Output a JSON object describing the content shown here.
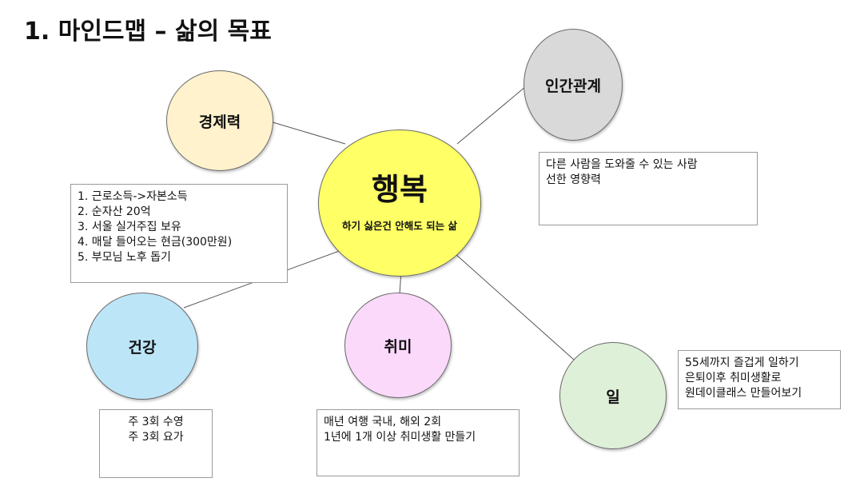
{
  "title": "1. 마인드맵 – 삶의 목표",
  "center": {
    "label": "행복",
    "sublabel": "하기 싫은건 안해도 되는 삶",
    "color": "#ffff66"
  },
  "nodes": {
    "economy": {
      "label": "경제력",
      "color": "#fff2cc"
    },
    "relations": {
      "label": "인간관계",
      "color": "#d9d9d9"
    },
    "health": {
      "label": "건강",
      "color": "#bde5f8"
    },
    "hobby": {
      "label": "취미",
      "color": "#fbd9fb"
    },
    "work": {
      "label": "일",
      "color": "#dff0d8"
    }
  },
  "notes": {
    "economy": [
      "1. 근로소득->자본소득",
      "2. 순자산 20억",
      "3. 서울 실거주집 보유",
      "4. 매달 들어오는 현금(300만원)",
      "5. 부모님 노후 돕기"
    ],
    "relations": [
      "다른 사람을 도와줄 수 있는 사람",
      "선한 영향력"
    ],
    "health": [
      "주 3회 수영",
      "주 3회 요가"
    ],
    "hobby": [
      "매년 여행 국내, 해외 2회",
      "1년에 1개 이상 취미생활 만들기"
    ],
    "work": [
      "55세까지 즐겁게 일하기",
      "은퇴이후 취미생활로",
      "원데이클래스 만들어보기"
    ]
  }
}
